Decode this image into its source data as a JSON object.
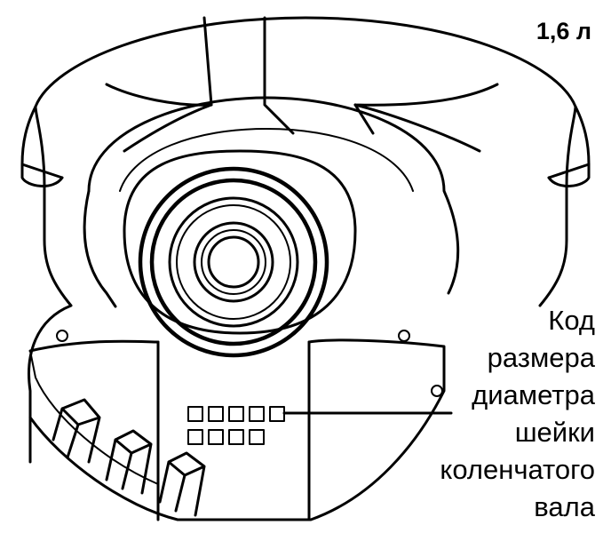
{
  "engine_label": "1,6 л",
  "callout": {
    "lines": [
      "Код",
      "размера",
      "диаметра",
      "шейки",
      "коленчатого",
      "вала"
    ]
  },
  "code_boxes": {
    "top_row": 5,
    "bottom_row": 4
  }
}
